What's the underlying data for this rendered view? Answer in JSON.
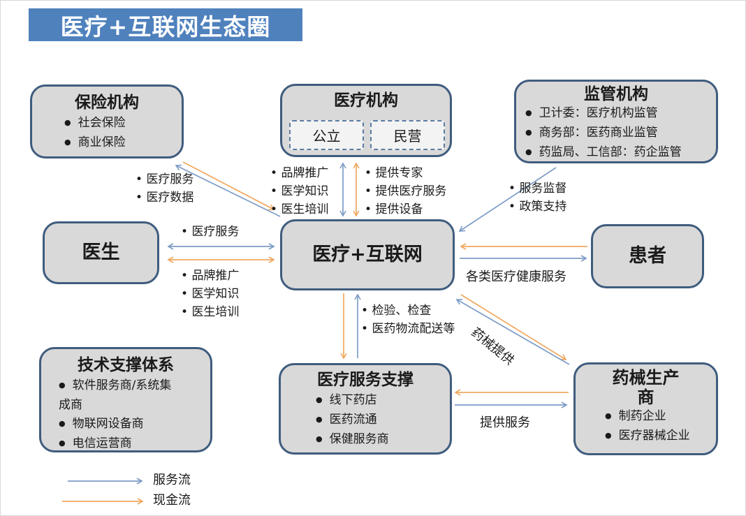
{
  "title": "医疗+互联网生态圈",
  "colors": {
    "title_bg": "#4F81BD",
    "title_text": "#FFFFFF",
    "box_fill": "#D9D9D9",
    "box_border": "#3F5C7E",
    "subbox_fill": "#F3F3F3",
    "subbox_border": "#5C7BA3",
    "service_flow": "#7D9CC6",
    "cash_flow": "#F0A860",
    "text": "#1A1A1A"
  },
  "boxes": {
    "insurance": {
      "title": "保险机构",
      "items": [
        "社会保险",
        "商业保险"
      ]
    },
    "hospital": {
      "title": "医疗机构",
      "sub_boxes": [
        "公立",
        "民营"
      ]
    },
    "regulators": {
      "title": "监管机构",
      "items": [
        "卫计委：医疗机构监管",
        "商务部：医药商业监管",
        "药监局、工信部：药企监管"
      ]
    },
    "doctor": {
      "title": "医生"
    },
    "center": {
      "title": "医疗+互联网"
    },
    "patient": {
      "title": "患者"
    },
    "tech_support": {
      "title": "技术支撑体系",
      "items": [
        "软件服务商/系统集成商",
        "物联网设备商",
        "电信运营商"
      ]
    },
    "service_support": {
      "title": "医疗服务支撑",
      "items": [
        "线下药店",
        "医药流通",
        "保健服务商"
      ]
    },
    "manufacturer": {
      "title": "药械生产商",
      "items": [
        "制药企业",
        "医疗器械企业"
      ]
    }
  },
  "edge_labels": {
    "insurance_center": [
      "医疗服务",
      "医疗数据"
    ],
    "center_to_hospital": [
      "品牌推广",
      "医学知识",
      "医生培训"
    ],
    "hospital_to_center": [
      "提供专家",
      "提供医疗服务",
      "提供设备"
    ],
    "regulator_to_center": [
      "服务监督",
      "政策支持"
    ],
    "doctor_center_service": [
      "医疗服务"
    ],
    "center_to_doctor": [
      "品牌推广",
      "医学知识",
      "医生培训"
    ],
    "center_to_patient": "各类医疗健康服务",
    "support_to_center": [
      "检验、检查",
      "医药物流配送等"
    ],
    "manufacturer_to_center": "药械提供",
    "manufacturer_support": "提供服务"
  },
  "legend": {
    "service": "服务流",
    "cash": "现金流"
  }
}
